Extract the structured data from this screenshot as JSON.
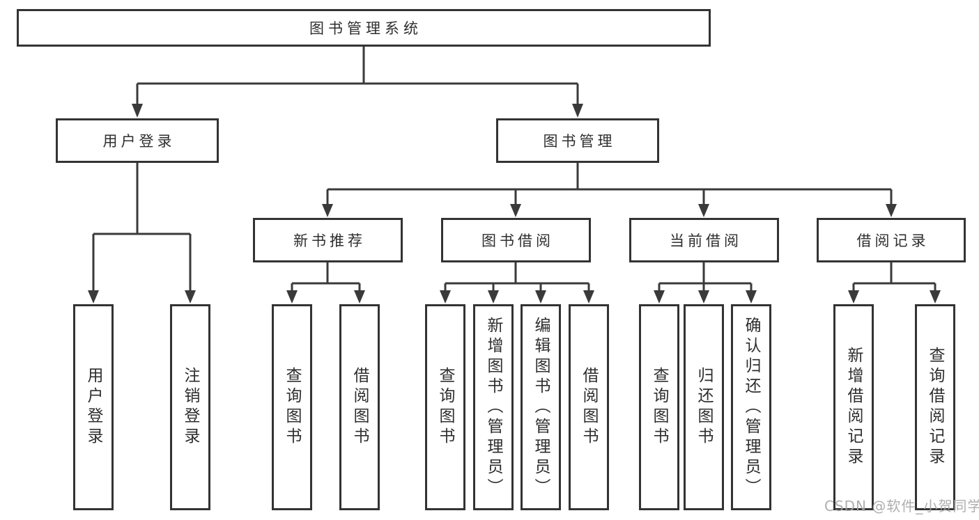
{
  "diagram": {
    "root": {
      "label": "图书管理系统"
    },
    "level2": [
      {
        "label": "用户登录"
      },
      {
        "label": "图书管理"
      }
    ],
    "level3": [
      {
        "label": "新书推荐"
      },
      {
        "label": "图书借阅"
      },
      {
        "label": "当前借阅"
      },
      {
        "label": "借阅记录"
      }
    ],
    "leaves": {
      "user_login": [
        "用户登录",
        "注销登录"
      ],
      "new_book": [
        "查询图书",
        "借阅图书"
      ],
      "book_borrow": [
        "查询图书",
        "新增图书（管理员）",
        "编辑图书（管理员）",
        "借阅图书"
      ],
      "current_borrow": [
        "查询图书",
        "归还图书",
        "确认归还（管理员）"
      ],
      "borrow_record": [
        "新增借阅记录",
        "查询借阅记录"
      ]
    },
    "colors": {
      "line": "#3a3a3a",
      "box_border": "#333333",
      "text": "#2e2e2e",
      "background": "#ffffff",
      "watermark": "#a5a5a5"
    }
  },
  "watermark": {
    "text": "CSDN @软件_小贺同学"
  }
}
